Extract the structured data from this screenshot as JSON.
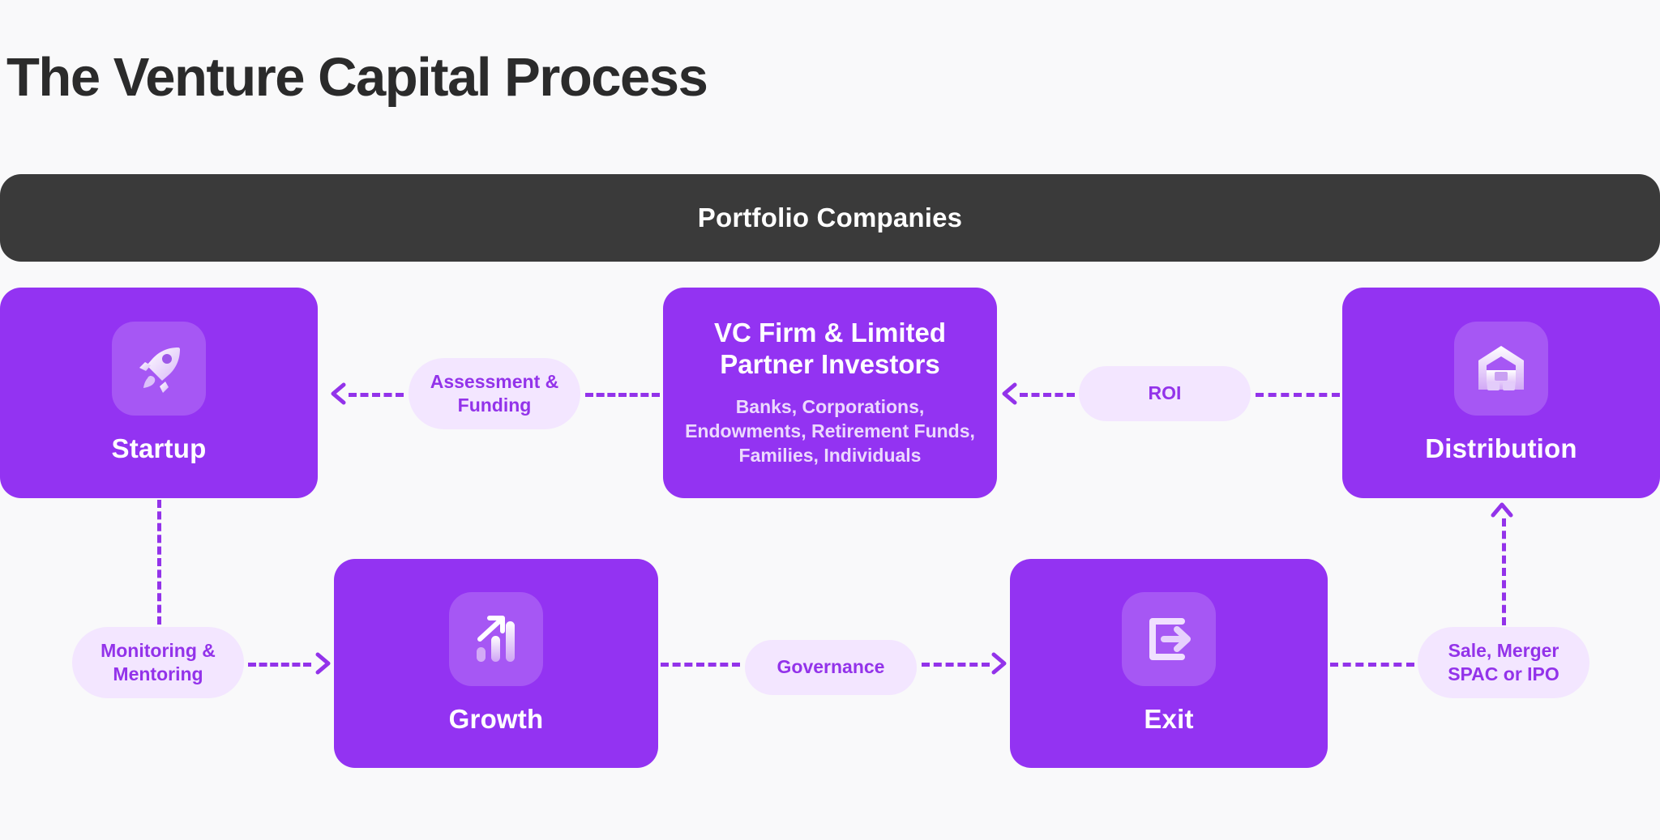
{
  "page": {
    "title": "The Venture Capital Process",
    "background_color": "#f9f9fa",
    "accent_color": "#9333ea",
    "card_color": "#9333f2",
    "banner_color": "#3a3a3a",
    "pill_bg_color": "#f3e6ff"
  },
  "banner": {
    "label": "Portfolio Companies"
  },
  "cards": {
    "startup": {
      "label": "Startup",
      "icon": "rocket-icon"
    },
    "vcfirm": {
      "title": "VC Firm & Limited Partner Investors",
      "subtitle": "Banks, Corporations, Endowments, Retirement Funds, Families, Individuals"
    },
    "distribution": {
      "label": "Distribution",
      "icon": "warehouse-icon"
    },
    "growth": {
      "label": "Growth",
      "icon": "bar-chart-growth-icon"
    },
    "exit": {
      "label": "Exit",
      "icon": "exit-arrow-icon"
    }
  },
  "connectors": {
    "assessment": "Assessment & Funding",
    "roi": "ROI",
    "monitoring": "Monitoring & Mentoring",
    "governance": "Governance",
    "sale": "Sale, Merger SPAC or IPO"
  }
}
